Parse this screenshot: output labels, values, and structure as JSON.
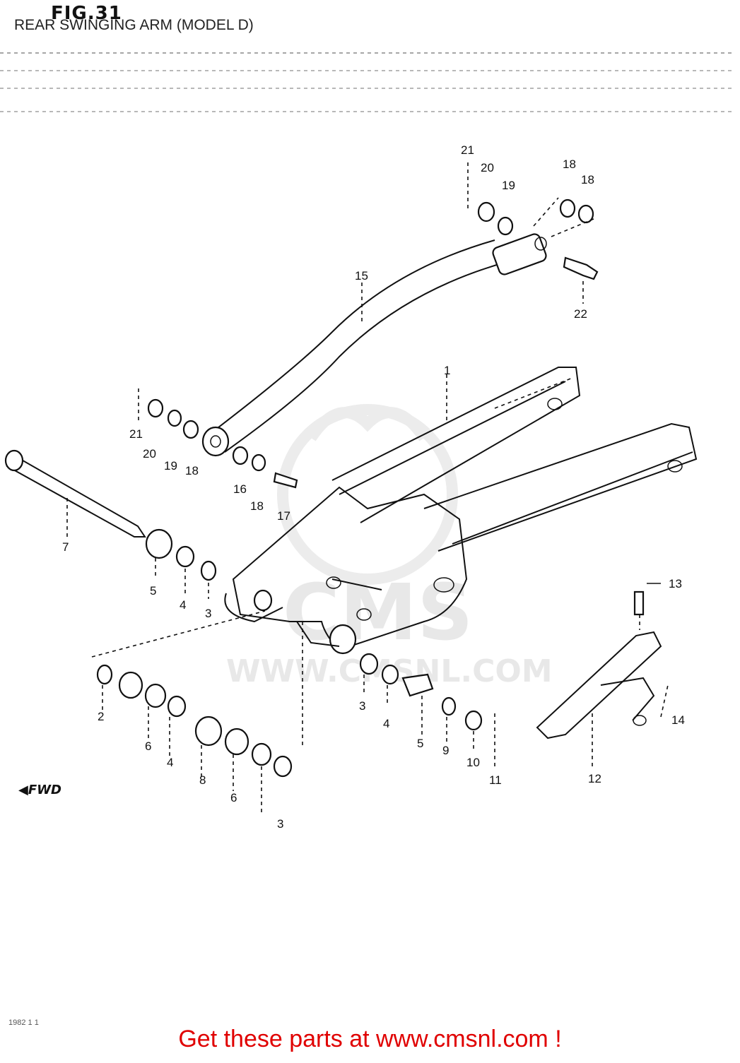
{
  "figure": {
    "title": "FIG.31",
    "subtitle": "REAR SWINGING ARM (MODEL D)"
  },
  "watermark": {
    "text": "CMS",
    "url": "WWW.CMSNL.COM"
  },
  "forward_label": "FWD",
  "page_code": "1982 1 1",
  "footer": {
    "link_text": "Get these parts at www.cmsnl.com !"
  },
  "callouts": [
    {
      "id": "c21a",
      "label": "21"
    },
    {
      "id": "c20a",
      "label": "20"
    },
    {
      "id": "c19a",
      "label": "19"
    },
    {
      "id": "c18a",
      "label": "18"
    },
    {
      "id": "c18b",
      "label": "18"
    },
    {
      "id": "c22",
      "label": "22"
    },
    {
      "id": "c15",
      "label": "15"
    },
    {
      "id": "c1",
      "label": "1"
    },
    {
      "id": "c21b",
      "label": "21"
    },
    {
      "id": "c20b",
      "label": "20"
    },
    {
      "id": "c19b",
      "label": "19"
    },
    {
      "id": "c18c",
      "label": "18"
    },
    {
      "id": "c16",
      "label": "16"
    },
    {
      "id": "c18d",
      "label": "18"
    },
    {
      "id": "c17",
      "label": "17"
    },
    {
      "id": "c7",
      "label": "7"
    },
    {
      "id": "c5a",
      "label": "5"
    },
    {
      "id": "c4a",
      "label": "4"
    },
    {
      "id": "c3a",
      "label": "3"
    },
    {
      "id": "c13",
      "label": "13"
    },
    {
      "id": "c14",
      "label": "14"
    },
    {
      "id": "c3b",
      "label": "3"
    },
    {
      "id": "c4b",
      "label": "4"
    },
    {
      "id": "c5b",
      "label": "5"
    },
    {
      "id": "c9",
      "label": "9"
    },
    {
      "id": "c10",
      "label": "10"
    },
    {
      "id": "c11",
      "label": "11"
    },
    {
      "id": "c12",
      "label": "12"
    },
    {
      "id": "c2",
      "label": "2"
    },
    {
      "id": "c6a",
      "label": "6"
    },
    {
      "id": "c4c",
      "label": "4"
    },
    {
      "id": "c8",
      "label": "8"
    },
    {
      "id": "c6b",
      "label": "6"
    },
    {
      "id": "c3c",
      "label": "3"
    }
  ]
}
